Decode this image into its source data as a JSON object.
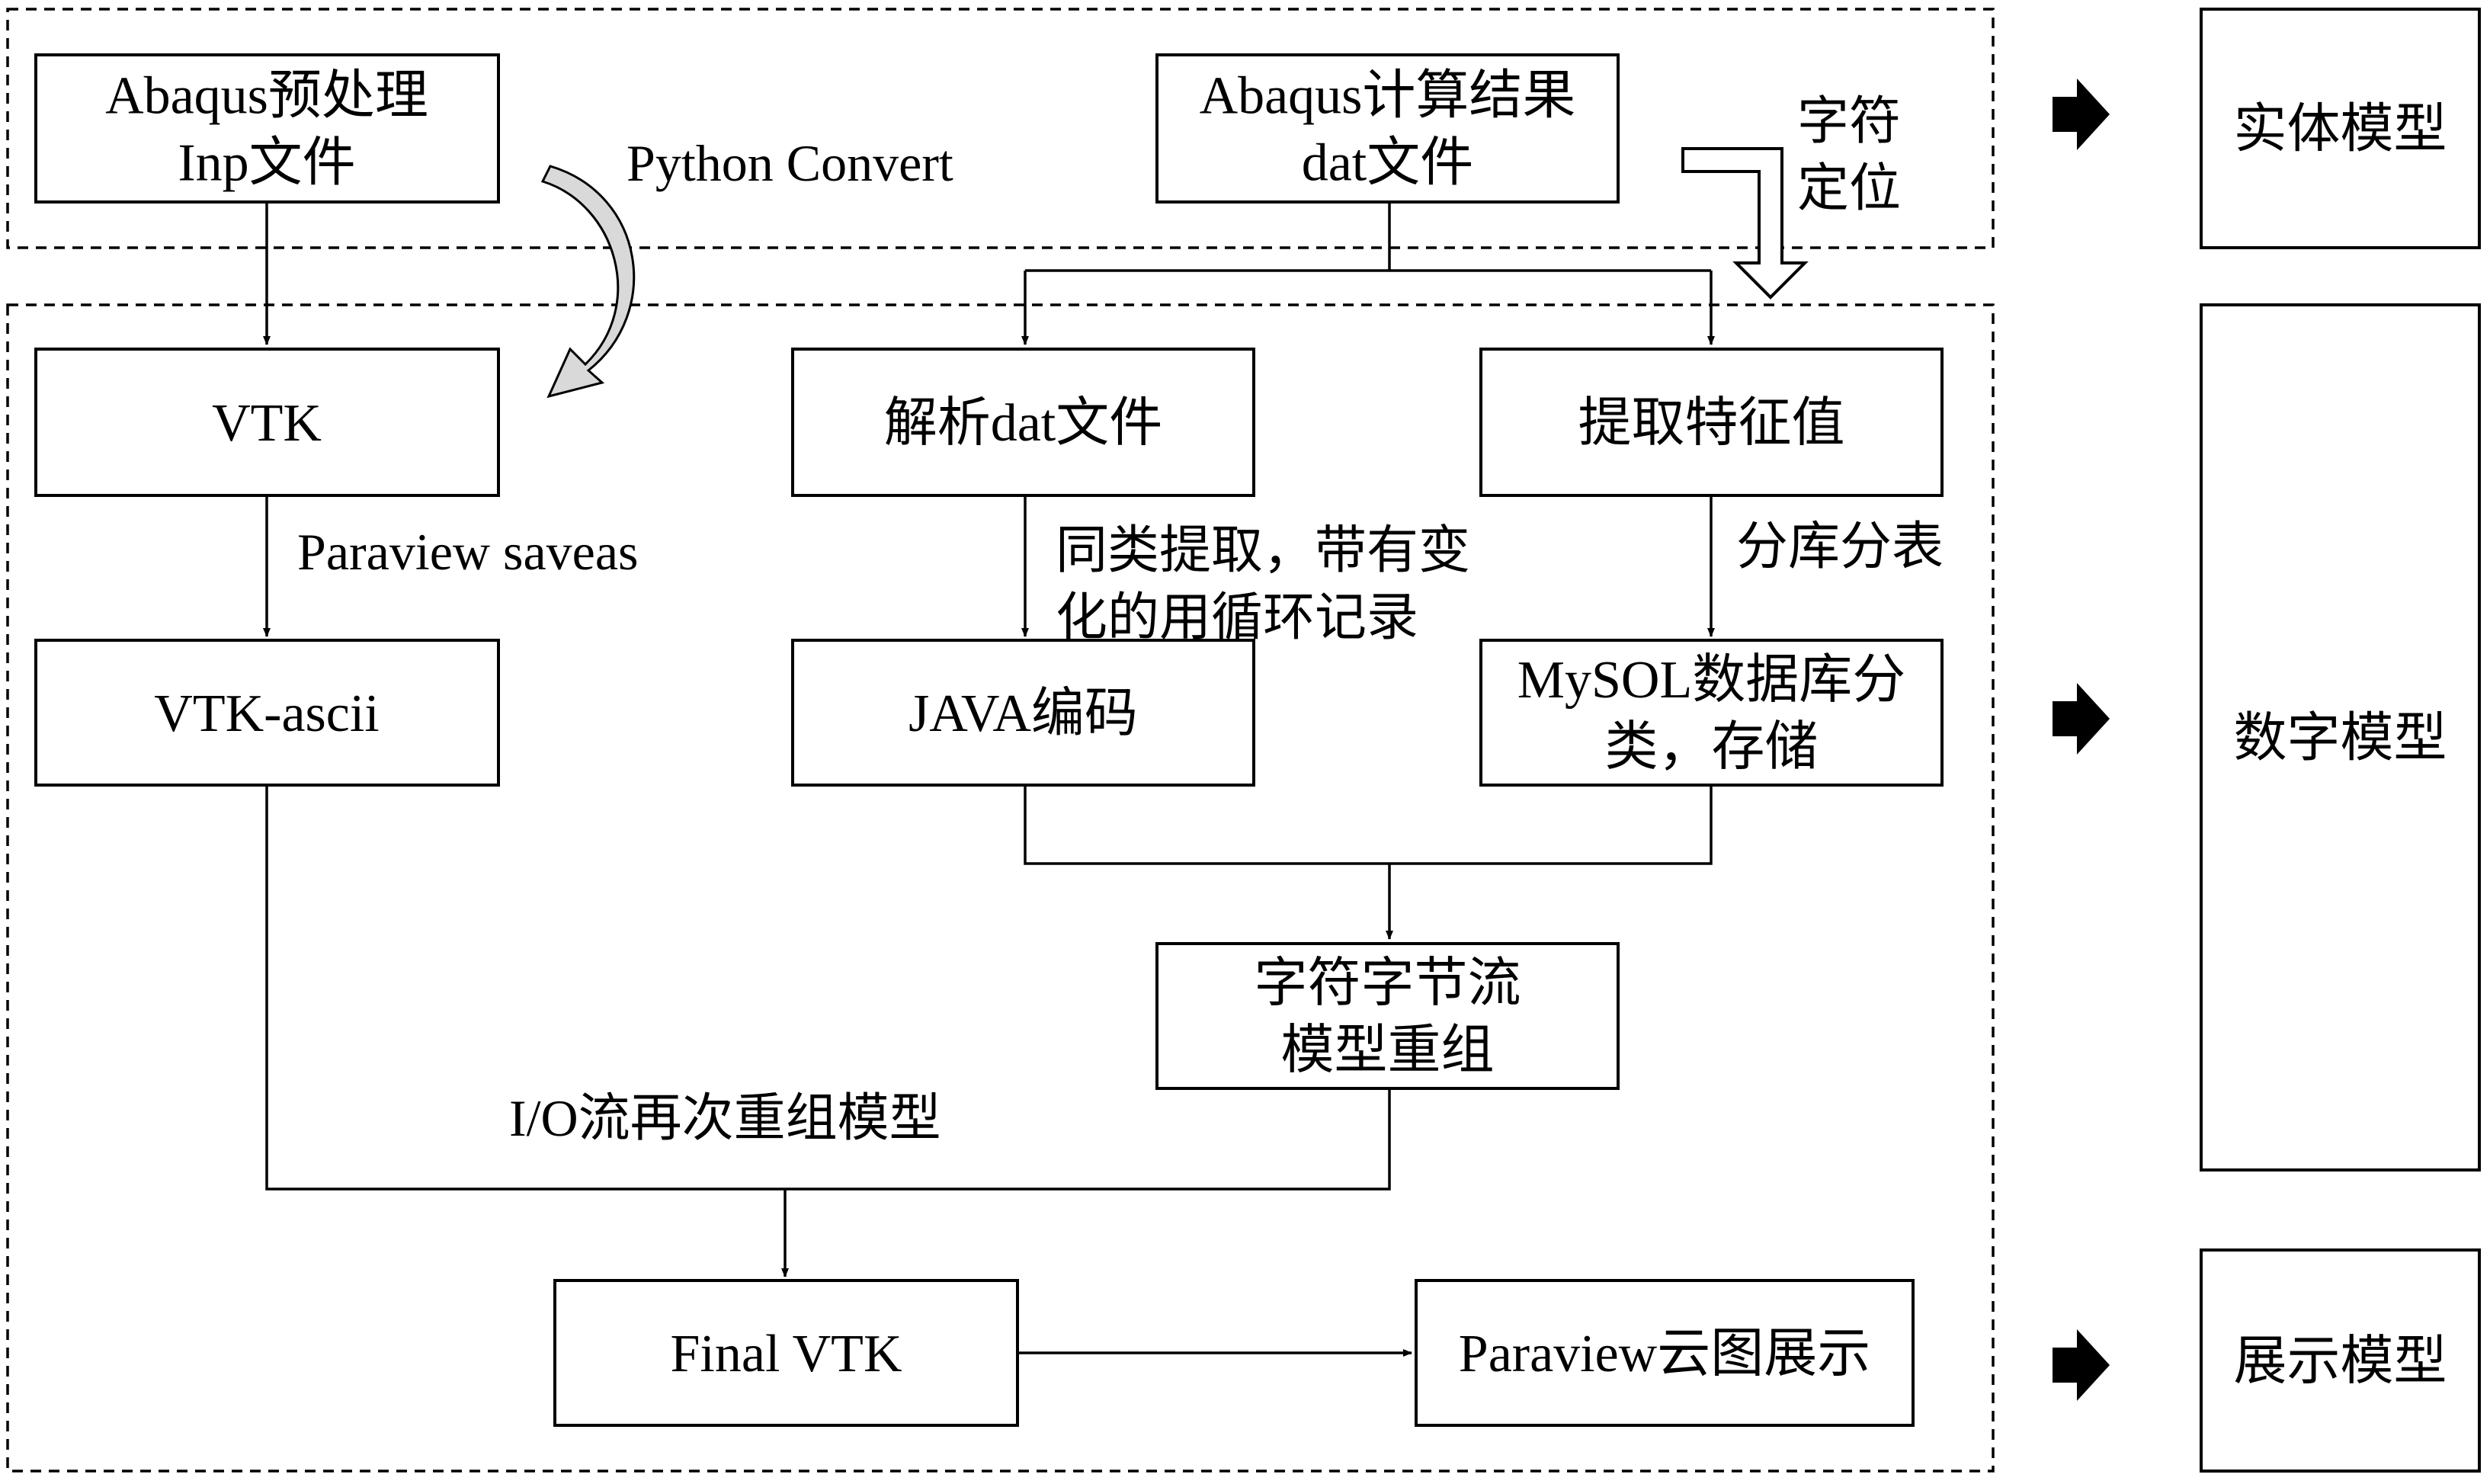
{
  "nodes": {
    "inp": [
      "Abaqus预处理",
      "Inp文件"
    ],
    "dat": [
      "Abaqus计算结果",
      "dat文件"
    ],
    "vtk": [
      "VTK"
    ],
    "parse": [
      "解析dat文件"
    ],
    "extract": [
      "提取特征值"
    ],
    "ascii": [
      "VTK-ascii"
    ],
    "java": [
      "JAVA编码"
    ],
    "mysql": [
      "MySOL数据库分",
      "类，存储"
    ],
    "stream": [
      "字符字节流",
      "模型重组"
    ],
    "final": [
      "Final VTK"
    ],
    "display": [
      "Paraview云图展示"
    ]
  },
  "annotations": {
    "python_convert": [
      "Python Convert"
    ],
    "char_locate": [
      "字符",
      "定位"
    ],
    "paraview_saveas": [
      "Paraview saveas"
    ],
    "same_class": [
      "同类提取，带有变",
      "化的用循环记录"
    ],
    "split_db": [
      "分库分表"
    ],
    "io_stream": [
      "I/O流再次重组模型"
    ]
  },
  "layers": {
    "physical": [
      "实体模型"
    ],
    "digital": [
      "数字模型"
    ],
    "display": [
      "展示模型"
    ]
  }
}
